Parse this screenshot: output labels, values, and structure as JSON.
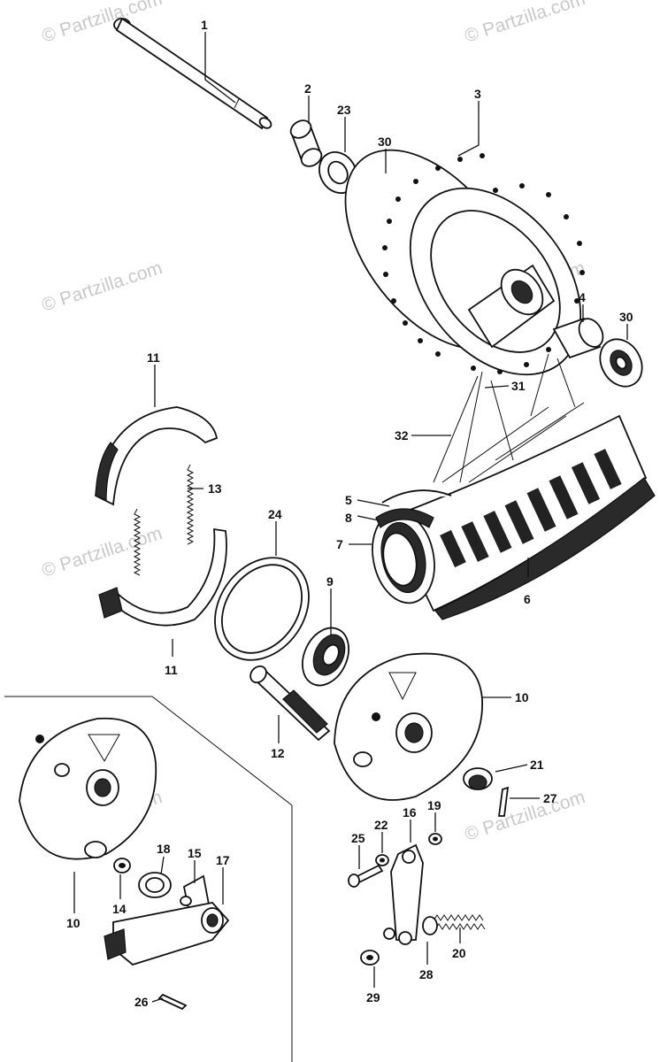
{
  "watermark_text": "© Partzilla.com",
  "callouts": [
    {
      "id": "c1",
      "label": "1"
    },
    {
      "id": "c2",
      "label": "2"
    },
    {
      "id": "c23",
      "label": "23"
    },
    {
      "id": "c30a",
      "label": "30"
    },
    {
      "id": "c3",
      "label": "3"
    },
    {
      "id": "c4",
      "label": "4"
    },
    {
      "id": "c30b",
      "label": "30"
    },
    {
      "id": "c31",
      "label": "31"
    },
    {
      "id": "c32",
      "label": "32"
    },
    {
      "id": "c5",
      "label": "5"
    },
    {
      "id": "c8",
      "label": "8"
    },
    {
      "id": "c7",
      "label": "7"
    },
    {
      "id": "c6",
      "label": "6"
    },
    {
      "id": "c11a",
      "label": "11"
    },
    {
      "id": "c13",
      "label": "13"
    },
    {
      "id": "c11b",
      "label": "11"
    },
    {
      "id": "c24",
      "label": "24"
    },
    {
      "id": "c9",
      "label": "9"
    },
    {
      "id": "c10a",
      "label": "10"
    },
    {
      "id": "c12",
      "label": "12"
    },
    {
      "id": "c21",
      "label": "21"
    },
    {
      "id": "c27",
      "label": "27"
    },
    {
      "id": "c16",
      "label": "16"
    },
    {
      "id": "c19",
      "label": "19"
    },
    {
      "id": "c25",
      "label": "25"
    },
    {
      "id": "c22",
      "label": "22"
    },
    {
      "id": "c20",
      "label": "20"
    },
    {
      "id": "c28",
      "label": "28"
    },
    {
      "id": "c29",
      "label": "29"
    },
    {
      "id": "c10b",
      "label": "10"
    },
    {
      "id": "c14",
      "label": "14"
    },
    {
      "id": "c18",
      "label": "18"
    },
    {
      "id": "c15",
      "label": "15"
    },
    {
      "id": "c17",
      "label": "17"
    },
    {
      "id": "c26",
      "label": "26"
    }
  ]
}
